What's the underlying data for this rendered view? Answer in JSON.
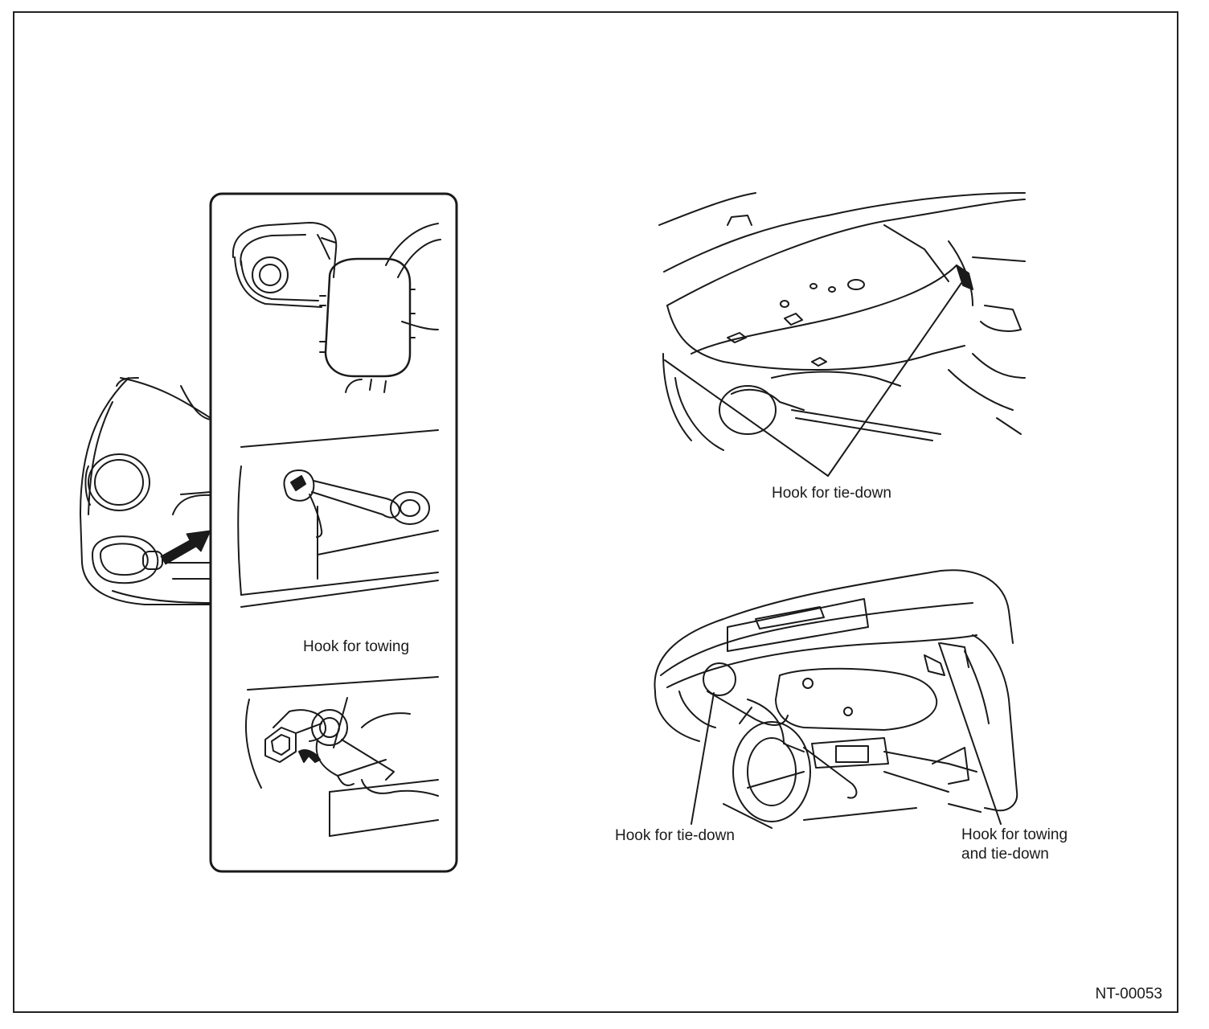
{
  "labels": {
    "hook_towing_front": "Hook for towing",
    "hook_tiedown_front_under": "Hook for tie-down",
    "hook_tiedown_rear": "Hook for tie-down",
    "hook_towing_tiedown_rear": "Hook for towing\nand tie-down"
  },
  "figure_code": "NT-00053",
  "colors": {
    "line": "#1a1a1a",
    "background": "#ffffff"
  }
}
